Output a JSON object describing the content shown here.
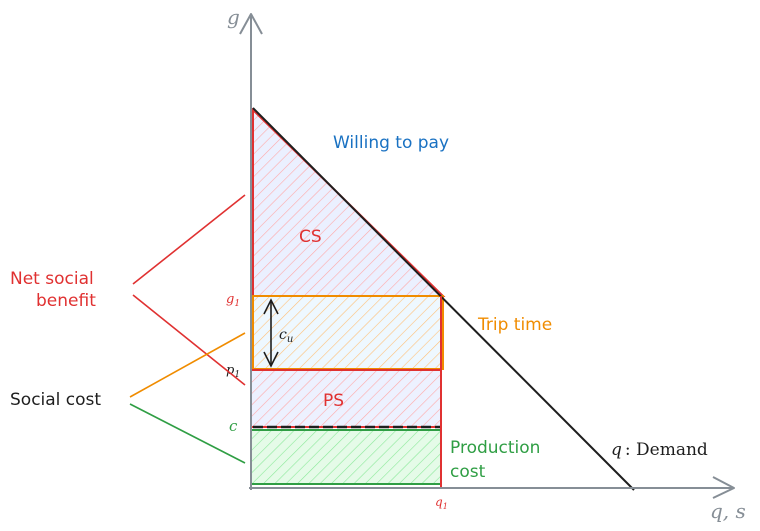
{
  "axes": {
    "y_label": "g",
    "x_label": "q, s"
  },
  "ticks": {
    "g1": {
      "main": "g",
      "sub": "1"
    },
    "p1": {
      "main": "p",
      "sub": "1"
    },
    "c": "c",
    "q1": {
      "main": "q",
      "sub": "1"
    }
  },
  "annotations": {
    "willing_to_pay": "Willing to pay",
    "cs": "CS",
    "ps": "PS",
    "trip_time": "Trip time",
    "production_cost_line1": "Production",
    "production_cost_line2": "cost",
    "demand_var": "q",
    "demand_text": ": Demand",
    "cu_main": "c",
    "cu_sub": "u"
  },
  "side_labels": {
    "net_social_benefit_line1": "Net social",
    "net_social_benefit_line2": "benefit",
    "social_cost": "Social cost"
  },
  "colors": {
    "axis": "#868e96",
    "red": "#e03131",
    "orange": "#f08c00",
    "green": "#2f9e44",
    "blue": "#1971c2",
    "black": "#1e1e1e",
    "cs_fill": "#dbe4ff",
    "ps_fill": "#dbe4ff",
    "trip_fill": "#e7f5ff",
    "prod_fill": "#d3f9d8"
  }
}
